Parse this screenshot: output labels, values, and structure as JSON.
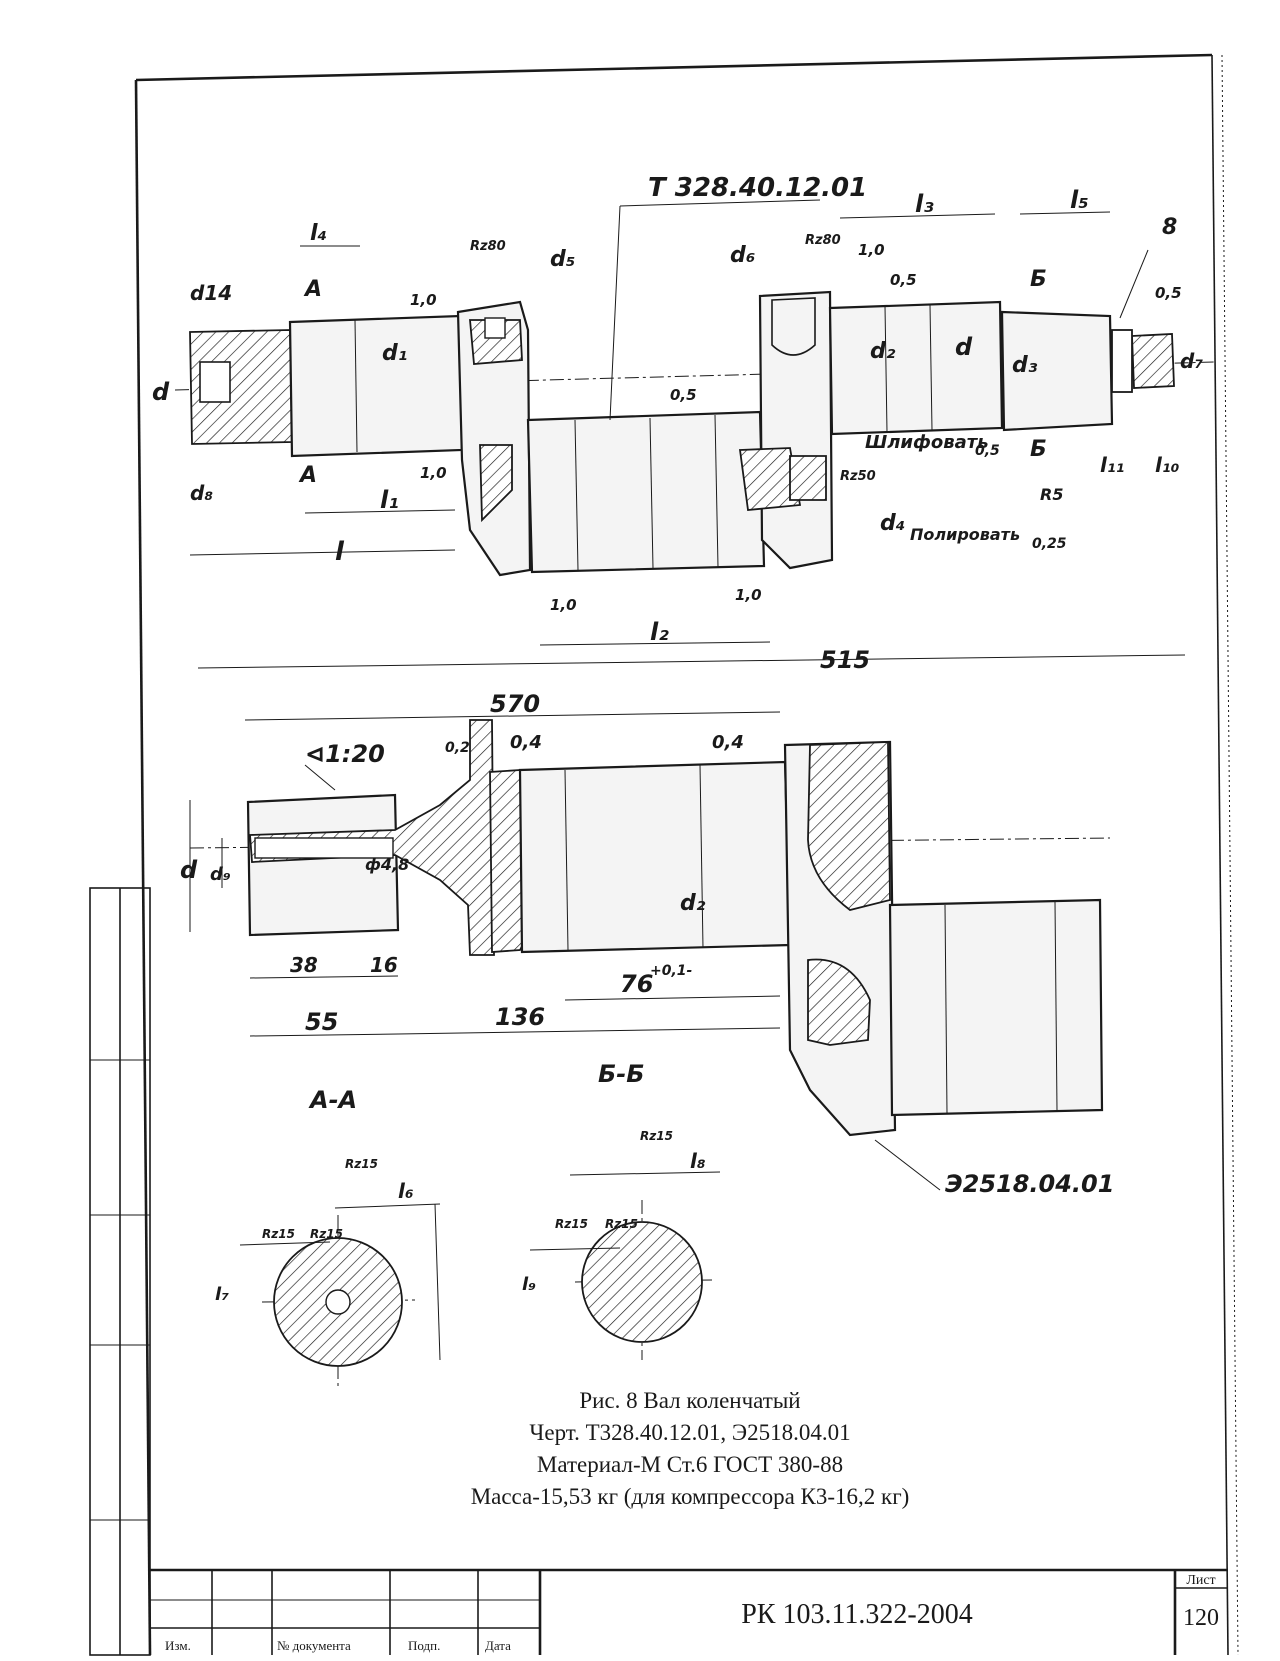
{
  "drawing": {
    "labels": {
      "top_part_number": "Т 328.40.12.01",
      "bottom_part_number": "Э2518.04.01",
      "taper": "⊲1:20",
      "view_aa": "А-А",
      "view_bb": "Б-Б",
      "grind_note": "Шлифовать",
      "polish_note": "Полировать",
      "overall_length_top": "515",
      "overall_length_bottom": "570",
      "dim_38": "38",
      "dim_16": "16",
      "dim_55": "55",
      "dim_136": "136",
      "dim_76": "76",
      "dim_76_tol": "+0,1-",
      "d": "d",
      "d1": "d₁",
      "d2": "d₂",
      "d3": "d₃",
      "d4": "d₄",
      "d5": "d₅",
      "d6": "d₆",
      "d7": "d₇",
      "d8": "d₈",
      "d9": "d₉",
      "d14": "d14",
      "phi48": "ф4,8",
      "l": "l",
      "l1": "l₁",
      "l2": "l₂",
      "l3": "l₃",
      "l4": "l₄",
      "l5": "l₅",
      "l6": "l₆",
      "l7": "l₇",
      "l8": "l₈",
      "l9": "l₉",
      "l10": "l₁₀",
      "l11": "l₁₁",
      "section_a": "А",
      "section_b": "Б",
      "item_8": "8",
      "r5": "R5",
      "rough_10": "1,0",
      "rough_05": "0,5",
      "rough_04": "0,4",
      "rough_02": "0,2",
      "rough_025": "0,25",
      "rough_rz80": "Rz80",
      "rough_rz50": "Rz50",
      "rough_rz15": "Rz15"
    },
    "caption": {
      "line1": "Рис. 8  Вал коленчатый",
      "line2": "Черт. Т328.40.12.01, Э2518.04.01",
      "line3": "Материал-М Ст.6 ГОСТ 380-88",
      "line4": "Масса-15,53 кг (для компрессора К3-16,2 кг)"
    }
  },
  "title_block": {
    "doc_code": "РК 103.11.322-2004",
    "sheet_label": "Лист",
    "sheet_number": "120",
    "col_change": "Изм.",
    "col_doc_number": "№ документа",
    "col_signature": "Подп.",
    "col_date": "Дата"
  }
}
